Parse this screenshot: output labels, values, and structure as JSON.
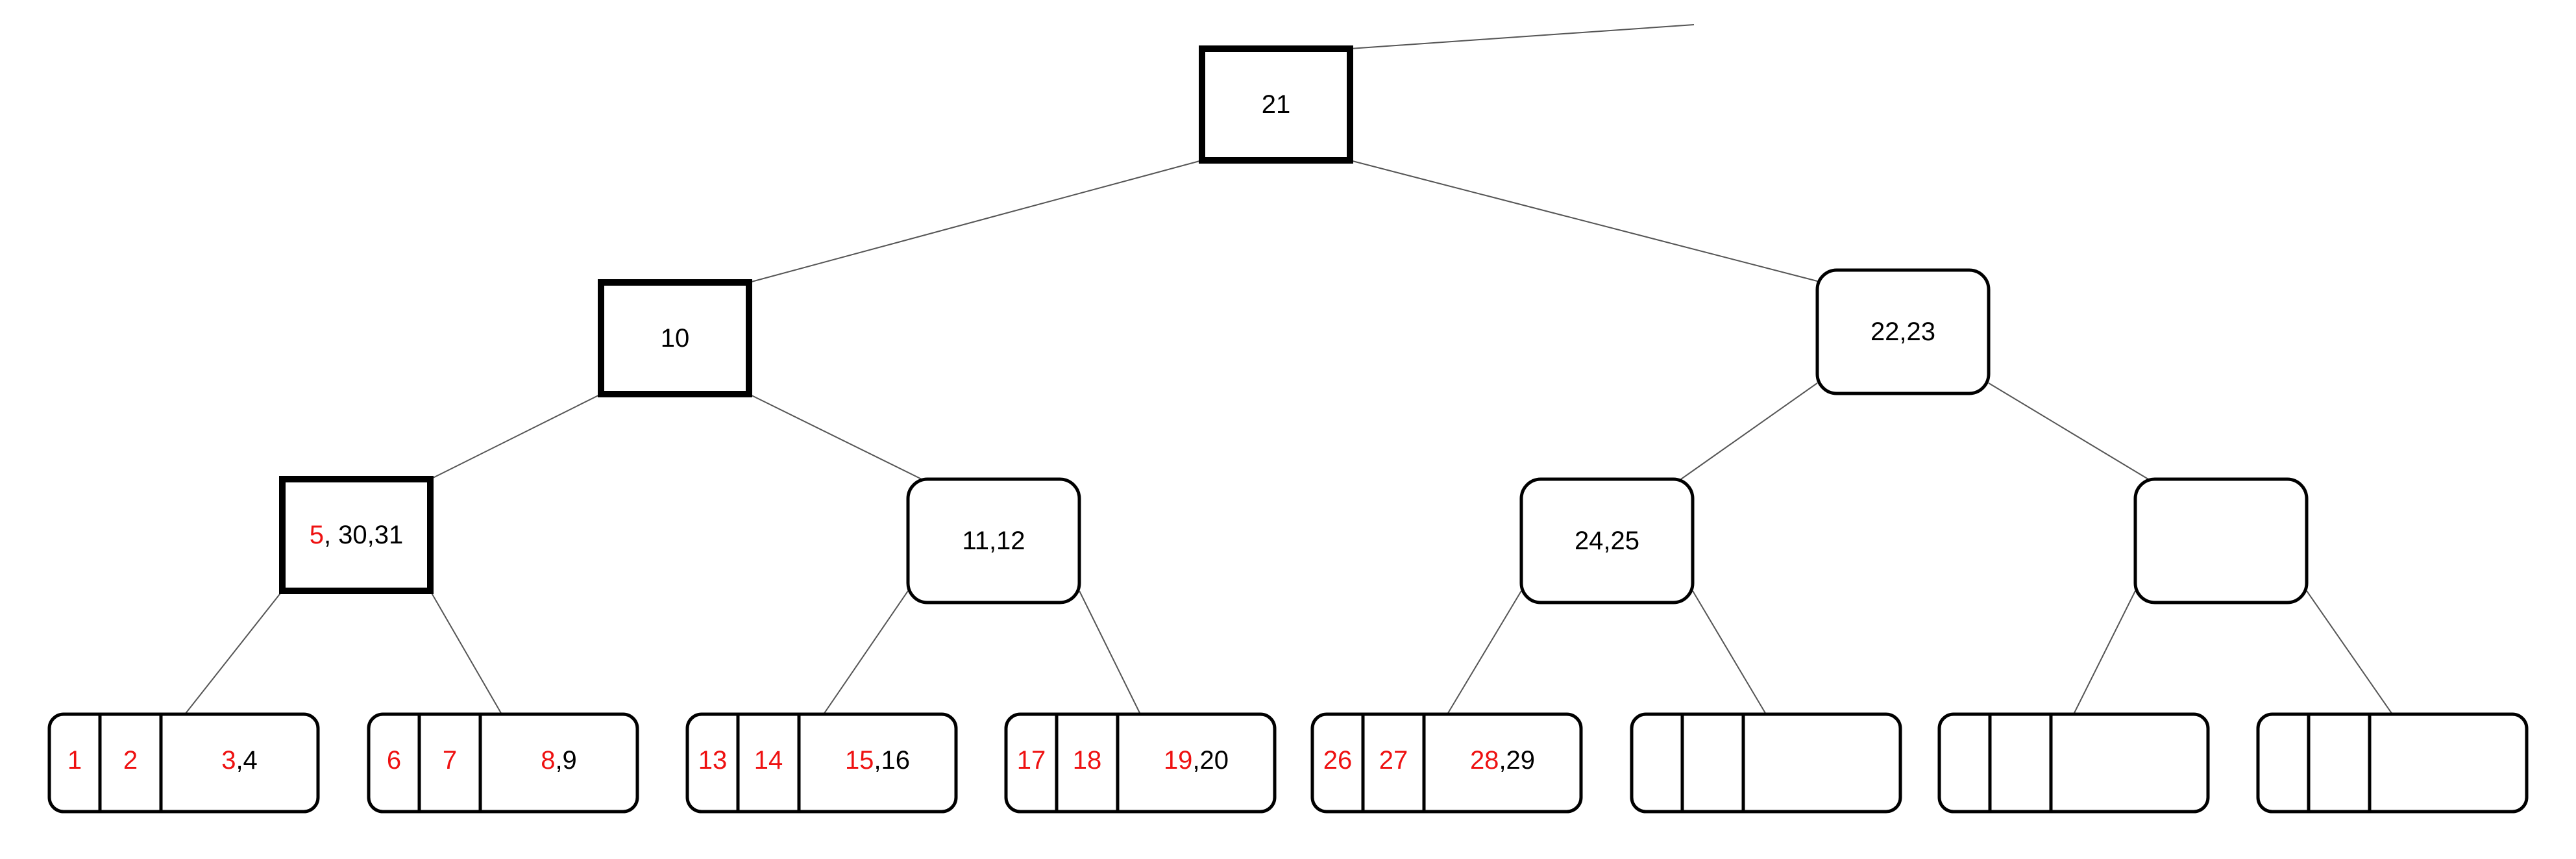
{
  "colors": {
    "highlight": "#ee1111",
    "text": "#000000",
    "line": "#555555"
  },
  "nodes": {
    "root": {
      "parts": [
        {
          "text": "21",
          "red": false
        }
      ]
    },
    "n10": {
      "parts": [
        {
          "text": "10",
          "red": false
        }
      ]
    },
    "n22_23": {
      "parts": [
        {
          "text": "22,23",
          "red": false
        }
      ]
    },
    "n5": {
      "parts": [
        {
          "text": "5",
          "red": true
        },
        {
          "text": ", 30,31",
          "red": false
        }
      ]
    },
    "n11_12": {
      "parts": [
        {
          "text": "11,12",
          "red": false
        }
      ]
    },
    "n24_25": {
      "parts": [
        {
          "text": "24,25",
          "red": false
        }
      ]
    },
    "nempty": {
      "parts": []
    }
  },
  "leaves": [
    {
      "a": "1",
      "b": "2",
      "c_red": "3",
      "c_black": ",4"
    },
    {
      "a": "6",
      "b": "7",
      "c_red": "8",
      "c_black": ",9"
    },
    {
      "a": "13",
      "b": "14",
      "c_red": "15",
      "c_black": ",16"
    },
    {
      "a": "17",
      "b": "18",
      "c_red": "19",
      "c_black": ",20"
    },
    {
      "a": "26",
      "b": "27",
      "c_red": "28",
      "c_black": ",29"
    },
    {
      "a": "",
      "b": "",
      "c_red": "",
      "c_black": ""
    },
    {
      "a": "",
      "b": "",
      "c_red": "",
      "c_black": ""
    },
    {
      "a": "",
      "b": "",
      "c_red": "",
      "c_black": ""
    }
  ]
}
